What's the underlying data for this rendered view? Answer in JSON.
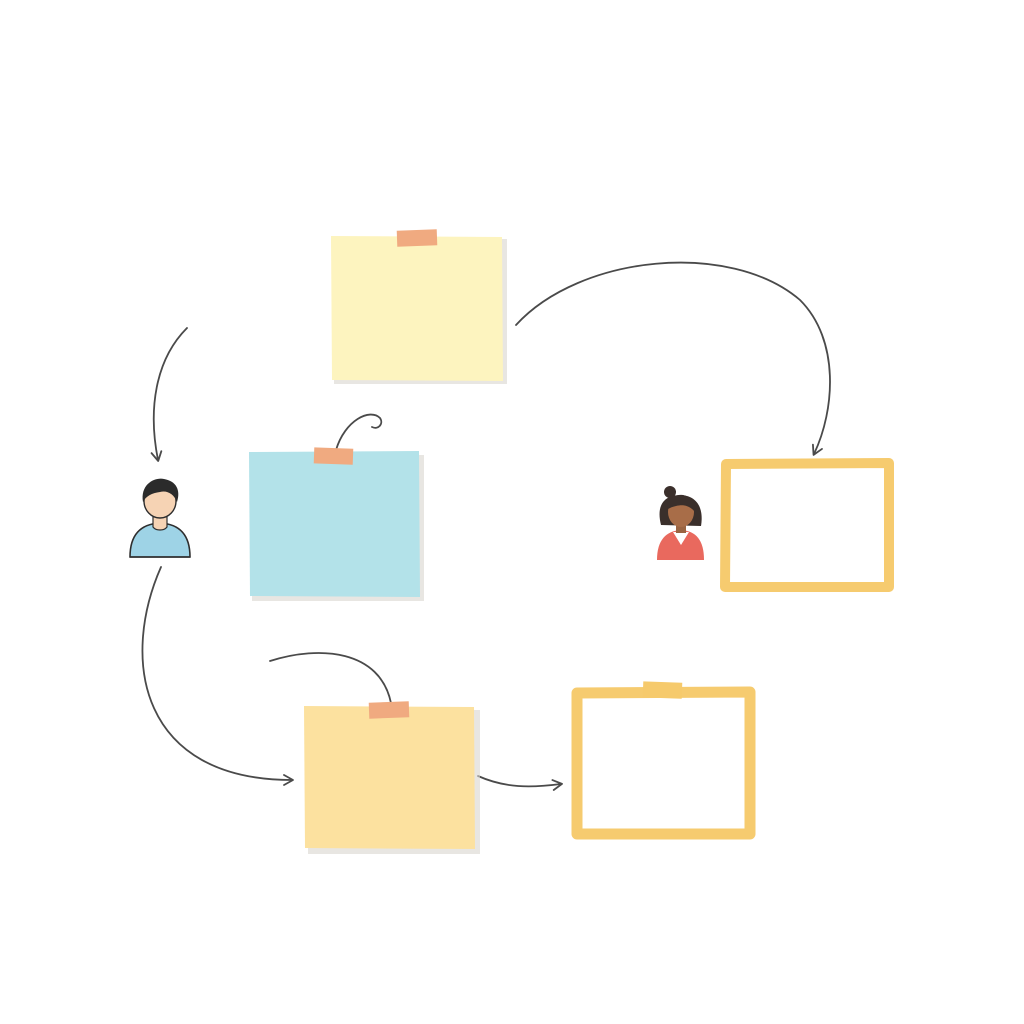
{
  "diagram": {
    "colors": {
      "background": "#ffffff",
      "note_yellow": "#fdf4bf",
      "note_blue": "#b3e2e9",
      "note_orange": "#fce19f",
      "frame_gold": "#f6cb6f",
      "tape_salmon": "#f0aa80",
      "tape_gold": "#f6ca6c",
      "arrow": "#4a4a4a",
      "shadow": "#d9d6cf"
    },
    "icons": {
      "person_left": "man-avatar-icon",
      "person_right": "woman-avatar-icon",
      "tape": "tape-strip-icon"
    },
    "notes": [
      {
        "id": "note-top-yellow",
        "label": ""
      },
      {
        "id": "note-middle-blue",
        "label": ""
      },
      {
        "id": "note-bottom-orange",
        "label": ""
      }
    ],
    "frames": [
      {
        "id": "frame-right",
        "label": ""
      },
      {
        "id": "frame-bottom-right",
        "label": ""
      }
    ]
  }
}
